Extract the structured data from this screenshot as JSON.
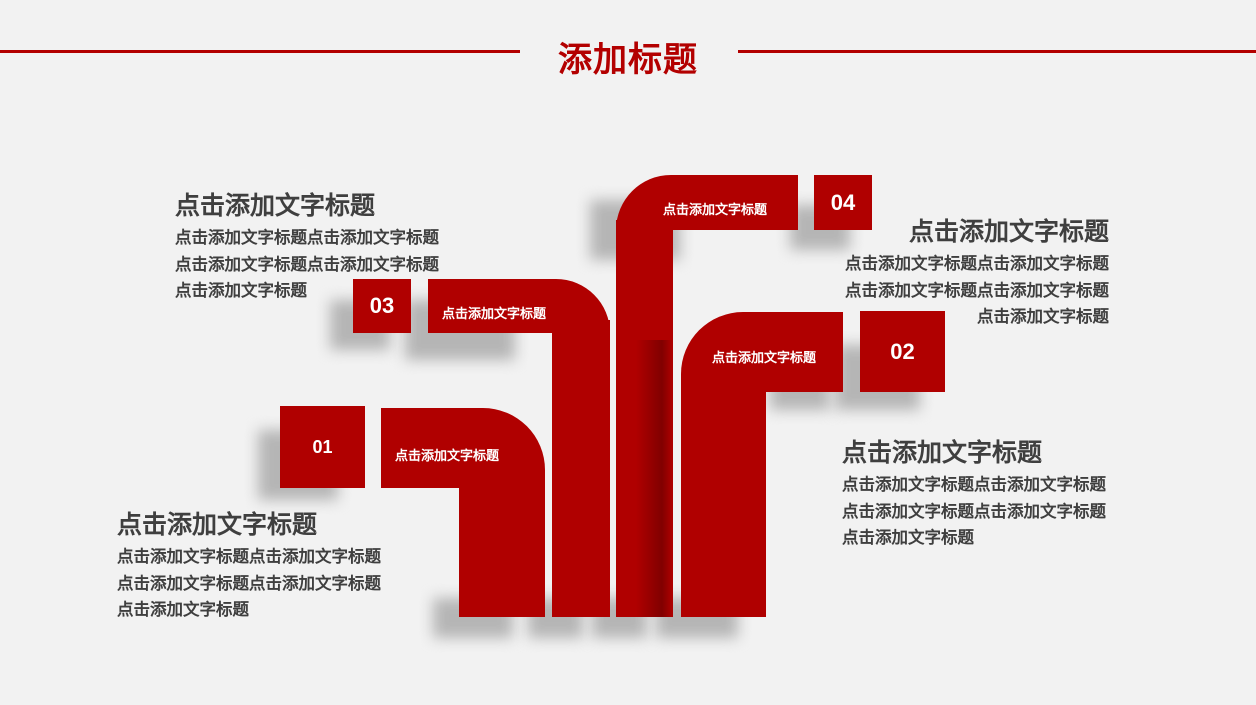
{
  "header": {
    "title": "添加标题"
  },
  "colors": {
    "accent": "#b00000",
    "title": "#b30000",
    "text": "#3f3f3f",
    "background": "#f2f2f2"
  },
  "steps": [
    {
      "number": "01",
      "bar_label": "点击添加文字标题",
      "heading": "点击添加文字标题",
      "lines": [
        "点击添加文字标题点击添加文字标题",
        "点击添加文字标题点击添加文字标题",
        "点击添加文字标题"
      ]
    },
    {
      "number": "02",
      "bar_label": "点击添加文字标题",
      "heading": "点击添加文字标题",
      "lines": [
        "点击添加文字标题点击添加文字标题",
        "点击添加文字标题点击添加文字标题",
        "点击添加文字标题"
      ]
    },
    {
      "number": "03",
      "bar_label": "点击添加文字标题",
      "heading": "点击添加文字标题",
      "lines": [
        "点击添加文字标题点击添加文字标题",
        "点击添加文字标题点击添加文字标题",
        "点击添加文字标题"
      ]
    },
    {
      "number": "04",
      "bar_label": "点击添加文字标题",
      "heading": "点击添加文字标题",
      "lines": [
        "点击添加文字标题点击添加文字标题",
        "点击添加文字标题点击添加文字标题",
        "点击添加文字标题"
      ]
    }
  ]
}
